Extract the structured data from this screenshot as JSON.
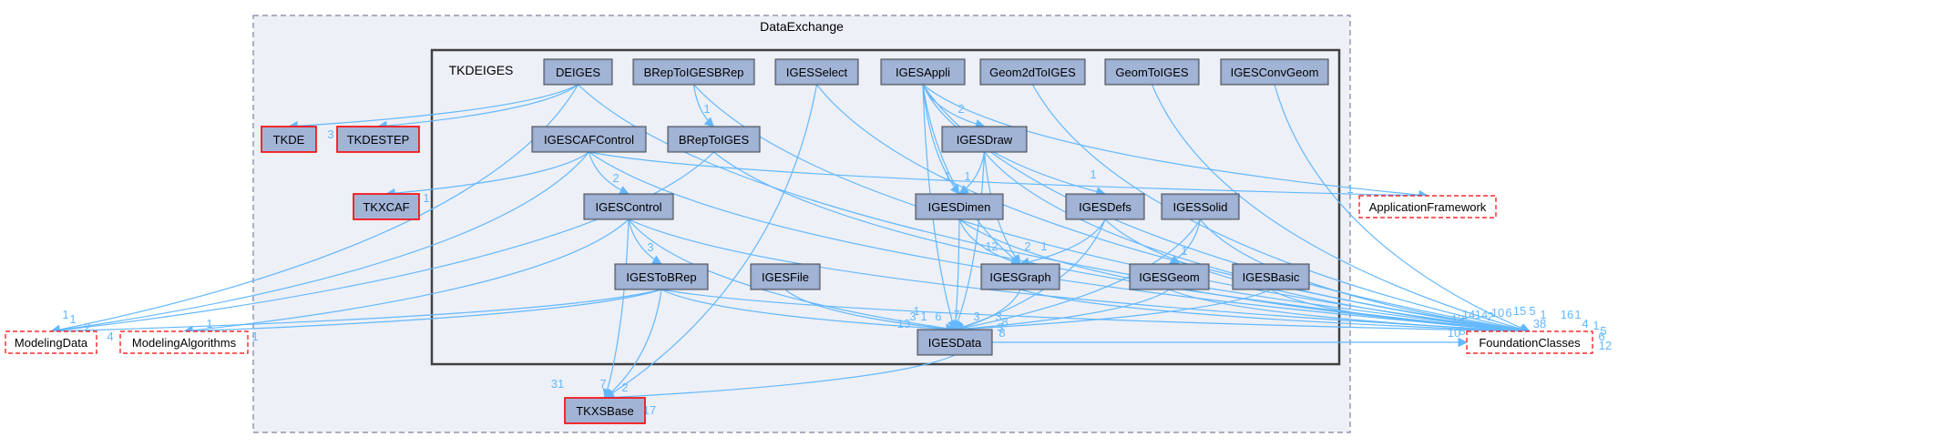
{
  "colors": {
    "edge": "#63b8ff",
    "node_fill": "#a2b4d6",
    "node_border": "#404040",
    "cluster_outer_fill": "#edf0f7",
    "cluster_outer_border": "#8080a0",
    "cluster_inner_border": "#404040",
    "external_border": "#ff0000",
    "text": "#000000"
  },
  "clusters": {
    "outer_title": "DataExchange",
    "inner_title": "TKDEIGES"
  },
  "nodes": [
    {
      "id": "DEIGES",
      "label": "DEIGES",
      "kind": "module"
    },
    {
      "id": "BRepToIGESBRep",
      "label": "BRepToIGESBRep",
      "kind": "module"
    },
    {
      "id": "IGESSelect",
      "label": "IGESSelect",
      "kind": "module"
    },
    {
      "id": "IGESAppli",
      "label": "IGESAppli",
      "kind": "module"
    },
    {
      "id": "Geom2dToIGES",
      "label": "Geom2dToIGES",
      "kind": "module"
    },
    {
      "id": "GeomToIGES",
      "label": "GeomToIGES",
      "kind": "module"
    },
    {
      "id": "IGESConvGeom",
      "label": "IGESConvGeom",
      "kind": "module"
    },
    {
      "id": "IGESCAFControl",
      "label": "IGESCAFControl",
      "kind": "module"
    },
    {
      "id": "BRepToIGES",
      "label": "BRepToIGES",
      "kind": "module"
    },
    {
      "id": "IGESDraw",
      "label": "IGESDraw",
      "kind": "module"
    },
    {
      "id": "IGESControl",
      "label": "IGESControl",
      "kind": "module"
    },
    {
      "id": "IGESDimen",
      "label": "IGESDimen",
      "kind": "module"
    },
    {
      "id": "IGESDefs",
      "label": "IGESDefs",
      "kind": "module"
    },
    {
      "id": "IGESSolid",
      "label": "IGESSolid",
      "kind": "module"
    },
    {
      "id": "IGESToBRep",
      "label": "IGESToBRep",
      "kind": "module"
    },
    {
      "id": "IGESFile",
      "label": "IGESFile",
      "kind": "module"
    },
    {
      "id": "IGESGraph",
      "label": "IGESGraph",
      "kind": "module"
    },
    {
      "id": "IGESGeom",
      "label": "IGESGeom",
      "kind": "module"
    },
    {
      "id": "IGESBasic",
      "label": "IGESBasic",
      "kind": "module"
    },
    {
      "id": "IGESData",
      "label": "IGESData",
      "kind": "module"
    },
    {
      "id": "TKDE",
      "label": "TKDE",
      "kind": "package"
    },
    {
      "id": "TKDESTEP",
      "label": "TKDESTEP",
      "kind": "package"
    },
    {
      "id": "TKXCAF",
      "label": "TKXCAF",
      "kind": "package"
    },
    {
      "id": "TKXSBase",
      "label": "TKXSBase",
      "kind": "package"
    },
    {
      "id": "ModelingData",
      "label": "ModelingData",
      "kind": "external"
    },
    {
      "id": "ModelingAlgorithms",
      "label": "ModelingAlgorithms",
      "kind": "external"
    },
    {
      "id": "ApplicationFramework",
      "label": "ApplicationFramework",
      "kind": "external"
    },
    {
      "id": "FoundationClasses",
      "label": "FoundationClasses",
      "kind": "external"
    }
  ],
  "edges": [
    {
      "from": "IGESAppli",
      "to": "IGESDraw",
      "label": "2"
    },
    {
      "from": "IGESAppli",
      "to": "IGESDimen",
      "label": "1"
    },
    {
      "from": "IGESAppli",
      "to": "IGESDefs",
      "label": "1"
    },
    {
      "from": "IGESAppli",
      "to": "IGESGraph",
      "label": "2"
    },
    {
      "from": "IGESAppli",
      "to": "IGESData",
      "label": "3"
    },
    {
      "from": "IGESDraw",
      "to": "IGESDimen",
      "label": "1"
    },
    {
      "from": "IGESDraw",
      "to": "IGESGraph",
      "label": "2"
    },
    {
      "from": "IGESDraw",
      "to": "IGESData",
      "label": "6"
    },
    {
      "from": "IGESDimen",
      "to": "IGESGraph",
      "label": "1"
    },
    {
      "from": "IGESDimen",
      "to": "IGESData",
      "label": "7"
    },
    {
      "from": "IGESDefs",
      "to": "IGESGraph",
      "label": "1"
    },
    {
      "from": "IGESDefs",
      "to": "IGESData",
      "label": "3"
    },
    {
      "from": "IGESSolid",
      "to": "IGESGeom",
      "label": "1"
    },
    {
      "from": "IGESSolid",
      "to": "IGESData",
      "label": "3"
    },
    {
      "from": "IGESCAFControl",
      "to": "IGESControl",
      "label": "2"
    },
    {
      "from": "IGESCAFControl",
      "to": "TKXCAF",
      "label": "1"
    },
    {
      "from": "IGESControl",
      "to": "IGESToBRep",
      "label": "3"
    },
    {
      "from": "IGESControl",
      "to": "IGESData",
      "label": "1"
    },
    {
      "from": "IGESControl",
      "to": "TKXSBase",
      "label": "7"
    },
    {
      "from": "IGESToBRep",
      "to": "IGESData",
      "label": "13"
    },
    {
      "from": "IGESToBRep",
      "to": "TKXSBase",
      "label": "2"
    },
    {
      "from": "IGESFile",
      "to": "IGESData",
      "label": "1"
    },
    {
      "from": "IGESGraph",
      "to": "IGESData",
      "label": "8"
    },
    {
      "from": "IGESGeom",
      "to": "IGESData",
      "label": "3"
    },
    {
      "from": "IGESBasic",
      "to": "IGESData",
      "label": "8"
    },
    {
      "from": "IGESData",
      "to": "TKXSBase",
      "label": "17"
    },
    {
      "from": "IGESData",
      "to": "FoundationClasses",
      "label": "10"
    },
    {
      "from": "BRepToIGESBRep",
      "to": "BRepToIGES",
      "label": "1"
    },
    {
      "from": "DEIGES",
      "to": "TKDE",
      "label": "3"
    },
    {
      "from": "DEIGES",
      "to": "TKDESTEP",
      "label": ""
    },
    {
      "from": "IGESSelect",
      "to": "TKXSBase",
      "label": "31"
    },
    {
      "from": "IGESToBRep",
      "to": "ModelingData",
      "label": "4"
    },
    {
      "from": "IGESToBRep",
      "to": "ModelingAlgorithms",
      "label": "1"
    },
    {
      "from": "IGESControl",
      "to": "ModelingAlgorithms",
      "label": "1"
    },
    {
      "from": "IGESCAFControl",
      "to": "ModelingData",
      "label": "1"
    },
    {
      "from": "BRepToIGES",
      "to": "ModelingData",
      "label": "2"
    },
    {
      "from": "DEIGES",
      "to": "ModelingData",
      "label": "1"
    },
    {
      "from": "IGESCAFControl",
      "to": "ApplicationFramework",
      "label": "1"
    },
    {
      "from": "IGESAppli",
      "to": "ApplicationFramework",
      "label": ""
    },
    {
      "from": "IGESControl",
      "to": "FoundationClasses",
      "label": "13"
    },
    {
      "from": "IGESToBRep",
      "to": "FoundationClasses",
      "label": "8"
    },
    {
      "from": "IGESGraph",
      "to": "FoundationClasses",
      "label": "14"
    },
    {
      "from": "IGESGeom",
      "to": "FoundationClasses",
      "label": "14"
    },
    {
      "from": "IGESBasic",
      "to": "FoundationClasses",
      "label": "2"
    },
    {
      "from": "IGESDimen",
      "to": "FoundationClasses",
      "label": "10"
    },
    {
      "from": "IGESDefs",
      "to": "FoundationClasses",
      "label": "6"
    },
    {
      "from": "IGESSolid",
      "to": "FoundationClasses",
      "label": "15"
    },
    {
      "from": "IGESDraw",
      "to": "FoundationClasses",
      "label": "5"
    },
    {
      "from": "BRepToIGES",
      "to": "FoundationClasses",
      "label": "16"
    },
    {
      "from": "IGESCAFControl",
      "to": "FoundationClasses",
      "label": "1"
    },
    {
      "from": "IGESAppli",
      "to": "FoundationClasses",
      "label": "4"
    },
    {
      "from": "Geom2dToIGES",
      "to": "FoundationClasses",
      "label": "1"
    },
    {
      "from": "GeomToIGES",
      "to": "FoundationClasses",
      "label": "5"
    },
    {
      "from": "IGESConvGeom",
      "to": "FoundationClasses",
      "label": "12"
    },
    {
      "from": "BRepToIGESBRep",
      "to": "FoundationClasses",
      "label": "6"
    },
    {
      "from": "IGESSelect",
      "to": "FoundationClasses",
      "label": "38"
    },
    {
      "from": "DEIGES",
      "to": "FoundationClasses",
      "label": "1"
    }
  ]
}
